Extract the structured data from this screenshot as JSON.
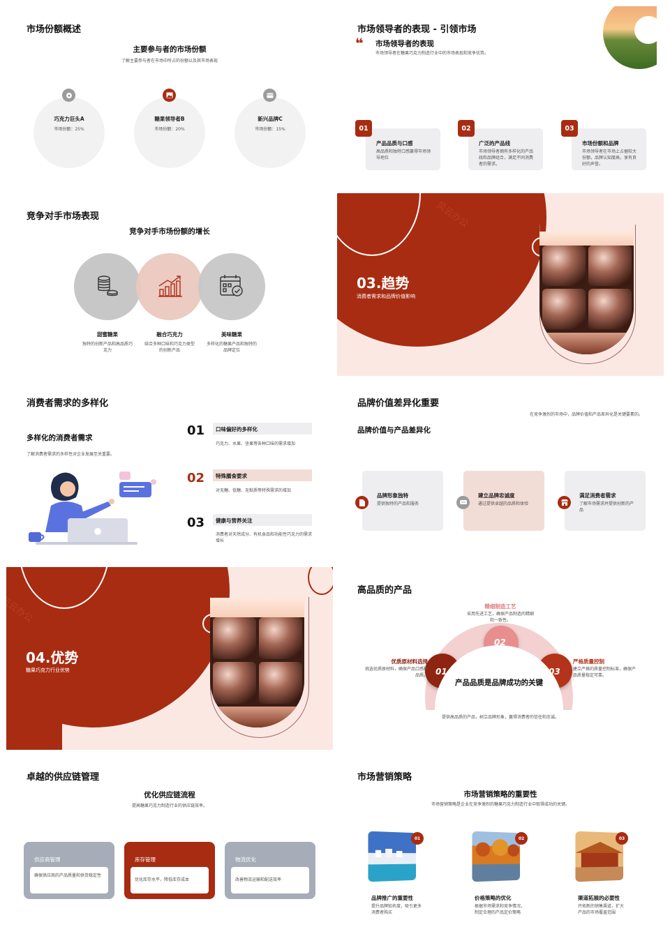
{
  "colors": {
    "primary": "#a82c12",
    "pink": "#f2ddd6",
    "gray": "#efeff1",
    "light_peach": "#fce8e3"
  },
  "s1": {
    "title": "市场份额概述",
    "subtitle": "主要参与者的市场份额",
    "desc": "了解主要参与者在市场中所占的份额以及其市场表现",
    "items": [
      {
        "name": "巧克力巨头A",
        "share": "市场份额：25%",
        "icon": "disc-icon"
      },
      {
        "name": "糖果领导者B",
        "share": "市场份额：20%",
        "icon": "image-icon"
      },
      {
        "name": "新兴品牌C",
        "share": "市场份额：15%",
        "icon": "wallet-icon"
      }
    ]
  },
  "s2": {
    "title": "市场领导者的表现 - 引领市场",
    "quote_title": "市场领导者的表现",
    "quote_desc": "市场领导者在糖果巧克力制造行业中的市场表现和竞争优势。",
    "items": [
      {
        "num": "01",
        "title": "产品品质与口感",
        "desc": "高品质和独特口感赢得市场领导地位"
      },
      {
        "num": "02",
        "title": "广泛的产品线",
        "desc": "市场领导者拥有多样化的产品线和品牌组合，满足不同消费者的需求。"
      },
      {
        "num": "03",
        "title": "市场份额和品牌",
        "desc": "市场领导者在市场上占据较大份额，品牌认知度高，享有良好的声誉。"
      }
    ]
  },
  "s3": {
    "title": "竞争对手市场表现",
    "subtitle": "竞争对手市场份额的增长",
    "items": [
      {
        "name": "甜蜜糖果",
        "desc": "独特的创新产品和高品质巧克力",
        "icon": "coins-icon"
      },
      {
        "name": "融合巧克力",
        "desc": "结合多种口味和巧克力类型的创新产品",
        "icon": "growth-chart-icon"
      },
      {
        "name": "美味糖果",
        "desc": "多样化的糖果产品和独特的品牌定位",
        "icon": "calendar-check-icon"
      }
    ]
  },
  "s4": {
    "heading": "03.趋势",
    "desc": "消费者需求和品牌价值影响",
    "watermark": "风云办公"
  },
  "s5": {
    "title": "消费者需求的多样化",
    "subtitle": "多样化的消费者需求",
    "desc": "了解消费者需求的多样性对企业发展至关重要。",
    "items": [
      {
        "num": "01",
        "title": "口味偏好的多样化",
        "desc": "巧克力、水果、坚果等各种口味的需求增加"
      },
      {
        "num": "02",
        "title": "特殊膳食要求",
        "desc": "对无糖、低糖、无麸质等特殊需求的增加"
      },
      {
        "num": "03",
        "title": "健康与营养关注",
        "desc": "消费者对天然成分、有机食品和功能性巧克力的需求增长"
      }
    ]
  },
  "s6": {
    "title": "品牌价值差异化重要",
    "desc": "在竞争激烈的市场中，品牌价值和产品差异化是关键要素的。",
    "subtitle": "品牌价值与产品差异化",
    "items": [
      {
        "title": "品牌形象独特",
        "desc": "提供独特的产品和服务",
        "icon": "document-icon"
      },
      {
        "title": "建立品牌忠诚度",
        "desc": "通过提供卓越的品质和体验",
        "icon": "chat-icon"
      },
      {
        "title": "满足消费者需求",
        "desc": "了解市场需求并提供创新的产品",
        "icon": "store-icon"
      }
    ]
  },
  "s7": {
    "heading": "04.优势",
    "desc": "糖果巧克力行业优势",
    "watermark": "风云办公"
  },
  "s8": {
    "title": "高品质的产品",
    "center": "产品品质是品牌成功的关键",
    "bottom": "提供高品质的产品，树立品牌形象，赢得消费者的信任和忠诚。",
    "items": [
      {
        "num": "01",
        "title": "优质原材料选择",
        "desc": "挑选优质原材料，确保产品口感和品质。"
      },
      {
        "num": "02",
        "title": "精细制造工艺",
        "desc": "采用先进工艺，确保产品制造的精细和一致性。"
      },
      {
        "num": "03",
        "title": "严格质量控制",
        "desc": "建立严格的质量控制标准，确保产品质量稳定可靠。"
      }
    ]
  },
  "s9": {
    "title": "卓越的供应链管理",
    "subtitle": "优化供应链流程",
    "desc": "提高糖果巧克力制造行业的供应链效率。",
    "items": [
      {
        "title": "供应商管理",
        "desc": "确保供应商的产品质量和供货稳定性"
      },
      {
        "title": "库存管理",
        "desc": "优化库存水平，降低库存成本"
      },
      {
        "title": "物流优化",
        "desc": "改善物流运输和配送效率"
      }
    ]
  },
  "s10": {
    "title": "市场营销策略",
    "subtitle": "市场营销策略的重要性",
    "desc": "市场营销策略是企业在竞争激烈的糖果巧克力制造行业中取得成功的关键。",
    "items": [
      {
        "num": "01",
        "title": "品牌推广的重要性",
        "desc": "提升品牌知名度，吸引更多消费者购买"
      },
      {
        "num": "02",
        "title": "价格策略的优化",
        "desc": "根据市场需求和竞争情况，制定合理的产品定价策略"
      },
      {
        "num": "03",
        "title": "渠道拓展的必要性",
        "desc": "开拓新的销售渠道，扩大产品的市场覆盖范围"
      }
    ]
  }
}
